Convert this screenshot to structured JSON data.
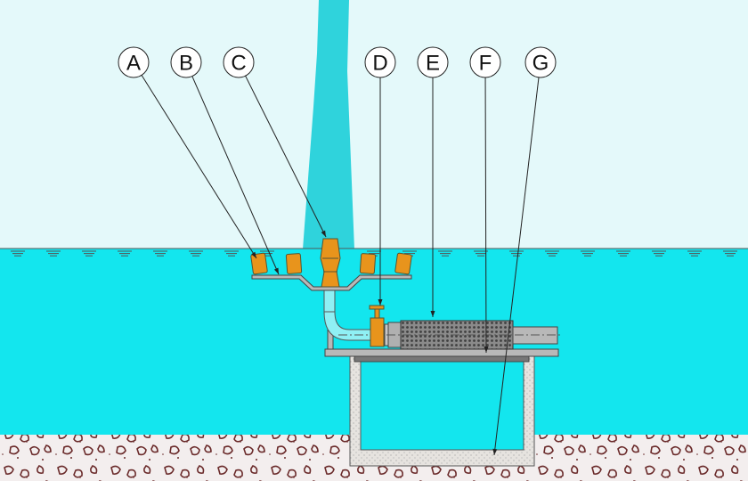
{
  "colors": {
    "sky": "#e4f9fa",
    "water": "#13e6ee",
    "jet": "#2fd3dc",
    "nozzle": "#e8941c",
    "steel": "#b8b8b8",
    "concrete": "#e6e3df",
    "gravel_outline": "#6a2a2a"
  },
  "callouts": [
    {
      "letter": "A",
      "target": "nozzle"
    },
    {
      "letter": "B",
      "target": "manifold-pipe"
    },
    {
      "letter": "C",
      "target": "center-nozzle"
    },
    {
      "letter": "D",
      "target": "valve"
    },
    {
      "letter": "E",
      "target": "submersible-pump"
    },
    {
      "letter": "F",
      "target": "support-plate"
    },
    {
      "letter": "G",
      "target": "concrete-pit"
    }
  ]
}
